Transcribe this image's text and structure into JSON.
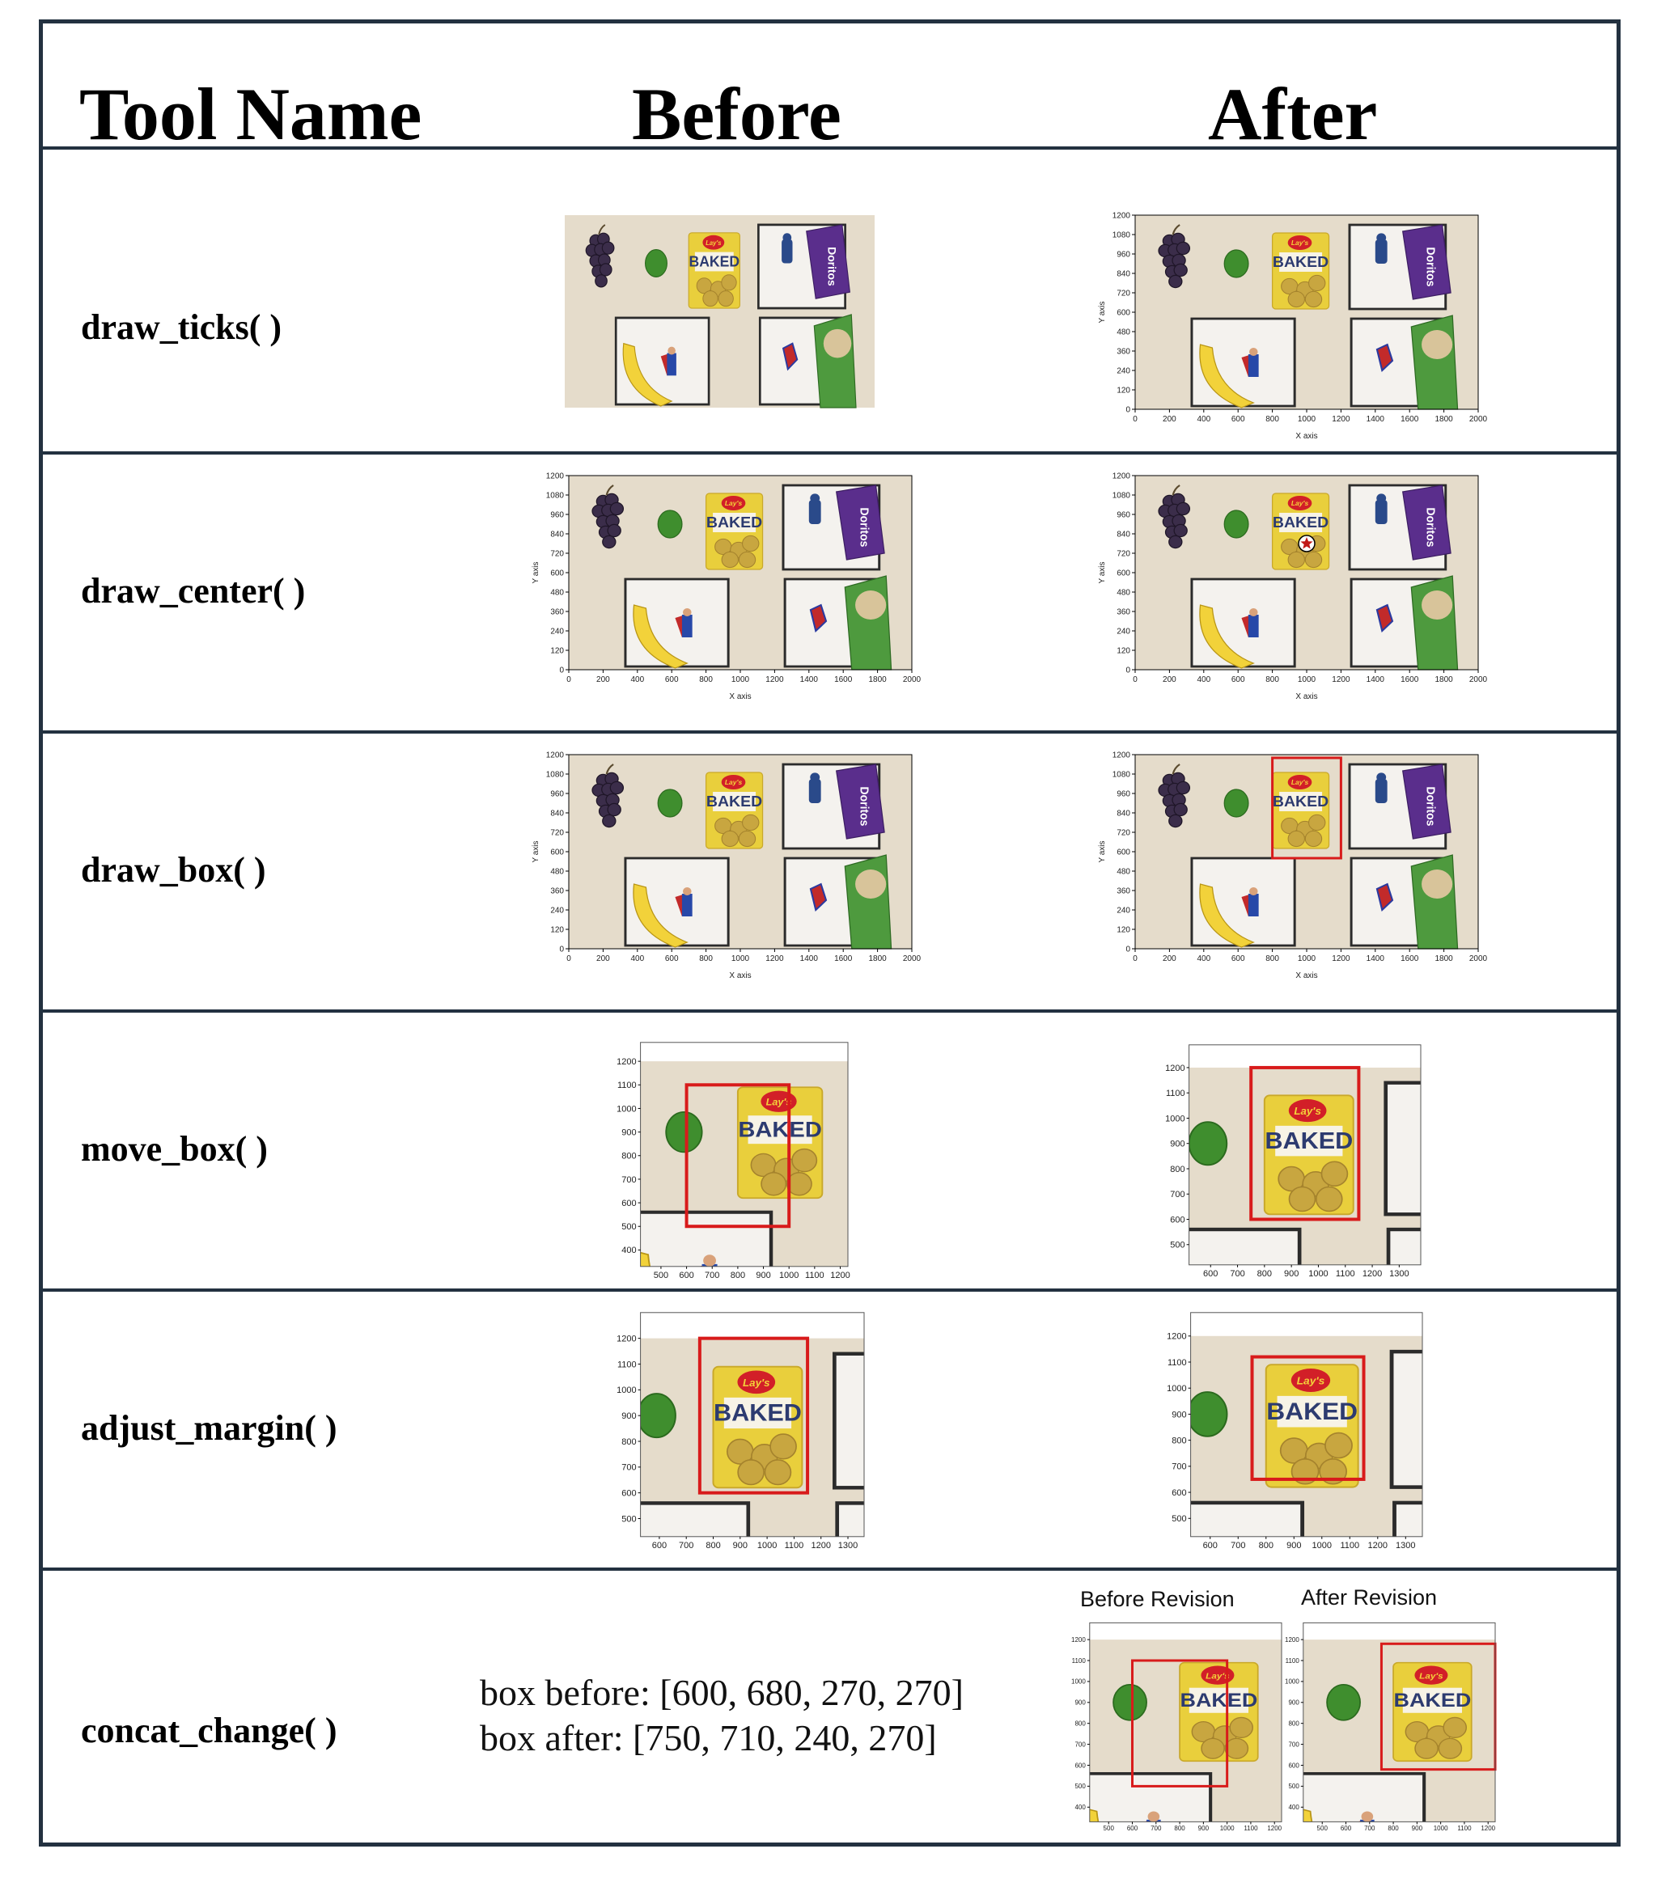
{
  "header": {
    "tool_name": "Tool Name",
    "before": "Before",
    "after": "After"
  },
  "rows": [
    {
      "tool": "draw_ticks( )"
    },
    {
      "tool": "draw_center( )"
    },
    {
      "tool": "draw_box( )"
    },
    {
      "tool": "move_box( )"
    },
    {
      "tool": "adjust_margin( )"
    },
    {
      "tool": "concat_change( )",
      "box_before": "box before: [600, 680, 270, 270]",
      "box_after": "box after: [750, 710, 240, 270]",
      "before_revision": "Before Revision",
      "after_revision": "After Revision"
    }
  ],
  "axes": {
    "x_label": "X axis",
    "y_label": "Y axis",
    "full_x_ticks": [
      "0",
      "200",
      "400",
      "600",
      "800",
      "1000",
      "1200",
      "1400",
      "1600",
      "1800",
      "2000"
    ],
    "full_y_ticks": [
      "0",
      "120",
      "240",
      "360",
      "480",
      "600",
      "720",
      "840",
      "960",
      "1080",
      "1200"
    ],
    "crop_y_ticks": [
      "1200",
      "1100",
      "1000",
      "900",
      "800",
      "700",
      "600",
      "500",
      "400"
    ],
    "move_before_x_ticks": [
      "500",
      "600",
      "700",
      "800",
      "900",
      "1000",
      "1100",
      "1200"
    ],
    "move_after_x_ticks": [
      "600",
      "700",
      "800",
      "900",
      "1000",
      "1100",
      "1200",
      "1300"
    ],
    "adjust_x_ticks": [
      "600",
      "700",
      "800",
      "900",
      "1000",
      "1100",
      "1200",
      "1300"
    ],
    "concat_x_ticks": [
      "500",
      "600",
      "700",
      "800",
      "900",
      "1000",
      "1100",
      "1200"
    ]
  },
  "scene_labels": {
    "chips_brand": "BAKED",
    "chips_logo": "Lay's",
    "purple_bag": "Doritos"
  },
  "colors": {
    "border": "#233140",
    "box": "#d81b1b",
    "bg": "#e5dccb"
  }
}
